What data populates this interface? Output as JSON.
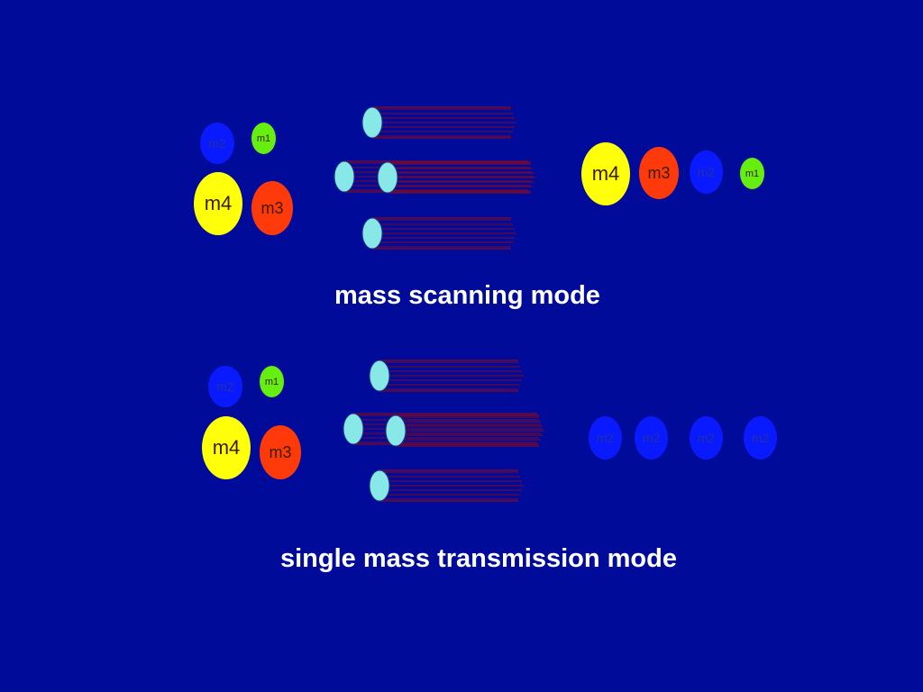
{
  "scanning": {
    "caption": "mass scanning mode",
    "left_ions": {
      "m2": "m2",
      "m1": "m1",
      "m4": "m4",
      "m3": "m3"
    },
    "right_ions": {
      "m4": "m4",
      "m3": "m3",
      "m2": "m2",
      "m1": "m1"
    }
  },
  "transmission": {
    "caption": "single mass transmission mode",
    "left_ions": {
      "m2": "m2",
      "m1": "m1",
      "m4": "m4",
      "m3": "m3"
    },
    "right_ions": [
      "m2",
      "m2",
      "m2",
      "m2"
    ]
  },
  "colors": {
    "background": "#000c99",
    "m1": "#66ee11",
    "m2": "#0a1aff",
    "m3": "#ff3a0a",
    "m4": "#ffff0a",
    "rod_end": "#88e8e8",
    "rod_line": "#6a0a3a"
  }
}
